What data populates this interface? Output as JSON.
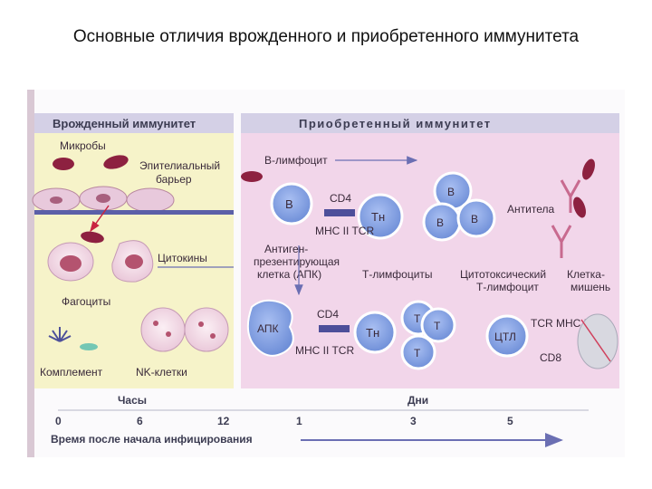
{
  "slide": {
    "title": "Основные отличия врожденного и приобретенного иммунитета"
  },
  "innate": {
    "header": "Врожденный иммунитет",
    "microbes": "Микробы",
    "epithelial_1": "Эпителиальный",
    "epithelial_2": "барьер",
    "cytokines": "Цитокины",
    "phagocytes": "Фагоциты",
    "complement": "Комплемент",
    "nk_cells": "NK-клетки"
  },
  "adaptive": {
    "header": "Приобретенный иммунитет",
    "b_lymphocyte": "В-лимфоцит",
    "antibodies": "Антитела",
    "apc_1": "Антиген-",
    "apc_2": "презентирующая",
    "apc_3": "клетка (АПК)",
    "t_lymphocytes": "Т-лимфоциты",
    "cytotoxic_1": "Цитотоксический",
    "cytotoxic_2": "Т-лимфоцит",
    "target_1": "Клетка-",
    "target_2": "мишень",
    "cd4": "CD4",
    "cd8": "CD8",
    "mhc2_tcr": "МНС II TCR",
    "tcr_mhc1": "TCR МНС I",
    "cell_b": "В",
    "cell_t": "Т",
    "cell_th": "Тн",
    "cell_apc": "АПК",
    "cell_ctl": "ЦТЛ"
  },
  "timeline": {
    "hours": "Часы",
    "days": "Дни",
    "ticks_hours": [
      "0",
      "6",
      "12"
    ],
    "ticks_days": [
      "1",
      "3",
      "5"
    ],
    "caption": "Время после начала инфицирования"
  },
  "colors": {
    "innate_bg": "#f6f3c9",
    "adaptive_bg": "#f2d6ea",
    "header_bg": "#d4d0e6",
    "cell_blue": "#7f9ce0",
    "microbe": "#8d2140",
    "arrow": "#6b6fb3"
  }
}
